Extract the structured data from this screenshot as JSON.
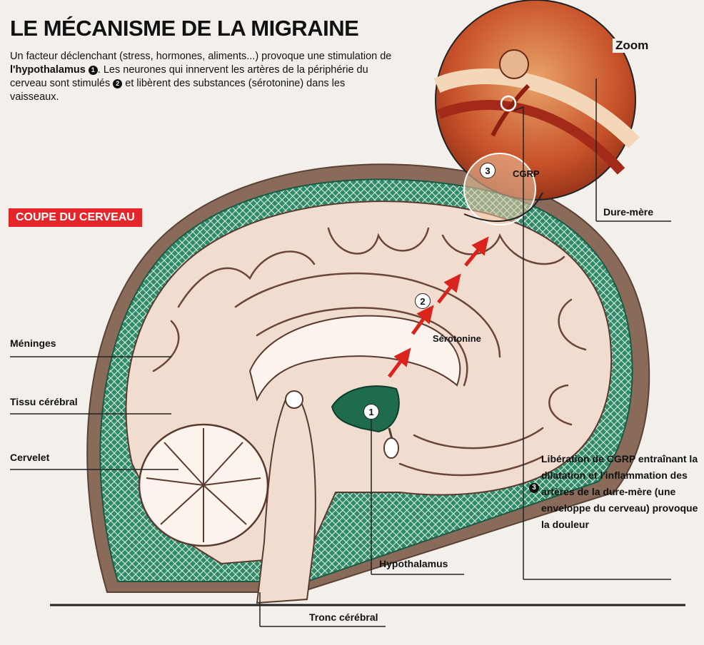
{
  "header": {
    "title": "LE MÉCANISME DE LA MIGRAINE",
    "intro_part1": "Un facteur déclenchant (stress, hormones, aliments...) provoque une stimulation de ",
    "intro_bold": "l'hypothalamus",
    "intro_num1": "1",
    "intro_part2": ". Les neurones qui innervent les artères de la périphérie du cerveau sont stimulés ",
    "intro_num2": "2",
    "intro_part3": " et libèrent des substances (sérotonine) dans les vaisseaux."
  },
  "section_tag": "COUPE DU CERVEAU",
  "labels": {
    "zoom": "Zoom",
    "dure_mere": "Dure-mère",
    "meninges": "Méninges",
    "tissu": "Tissu cérébral",
    "cervelet": "Cervelet",
    "hypothalamus": "Hypothalamus",
    "tronc": "Tronc cérébral",
    "serotonine": "Sérotonine",
    "cgrp": "CGRP"
  },
  "markers": {
    "m1": "1",
    "m2": "2",
    "m3": "3"
  },
  "step3": {
    "num": "3",
    "text": "Libération de CGRP entraînant la dilatation et l'inflammation des artères de la dure-mère (une enveloppe du cerveau) provoque la douleur"
  },
  "colors": {
    "tag_red": "#e4262b",
    "meninges_green": "#2f8a6a",
    "arrow_red": "#d9231c",
    "brain": "#f1ddd0"
  }
}
